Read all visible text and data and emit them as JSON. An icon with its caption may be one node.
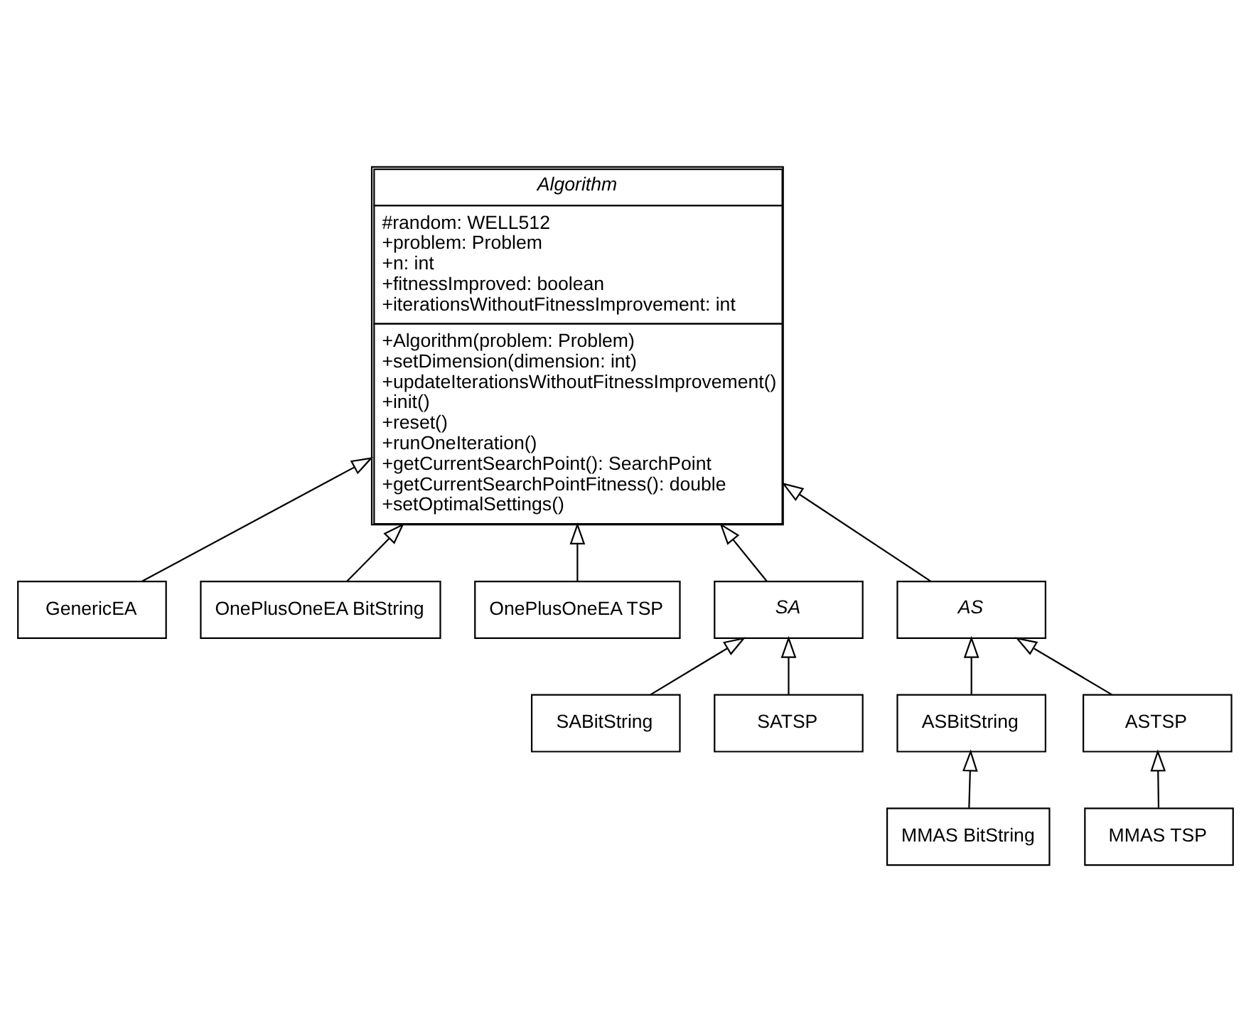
{
  "diagram": {
    "nodes": [
      {
        "text": [
          "Algorithm",
          "#random: WELL512",
          "+problem: Problem",
          "+n: int",
          "+fitnessImproved: boolean",
          "+iterationsWithoutFitnessImprovement: int",
          "+Algorithm(problem: Problem)",
          "+setDimension(dimension: int)",
          "+updateIterationsWithoutFitnessImprovement()",
          "+init()",
          "+reset()",
          "+runOneIteration()",
          "+getCurrentSearchPoint(): SearchPoint",
          "+getCurrentSearchPointFitness(): double",
          "+setOptimalSettings()"
        ]
      },
      {
        "text": [
          "GenericEA"
        ]
      },
      {
        "text": [
          "OnePlusOneEA BitString"
        ]
      },
      {
        "text": [
          "OnePlusOneEA TSP"
        ]
      },
      {
        "text": [
          "SA"
        ]
      },
      {
        "text": [
          "AS"
        ]
      },
      {
        "text": [
          "SABitString"
        ]
      },
      {
        "text": [
          "SATSP"
        ]
      },
      {
        "text": [
          "ASBitString"
        ]
      },
      {
        "text": [
          "ASTSP"
        ]
      },
      {
        "text": [
          "MMAS BitString"
        ]
      },
      {
        "text": [
          "MMAS TSP"
        ]
      }
    ],
    "edges": [
      {
        "from": 1,
        "to": 0,
        "arrow": "to"
      },
      {
        "from": 2,
        "to": 0,
        "arrow": "to"
      },
      {
        "from": 3,
        "to": 0,
        "arrow": "to"
      },
      {
        "from": 4,
        "to": 0,
        "arrow": "to"
      },
      {
        "from": 5,
        "to": 0,
        "arrow": "to"
      },
      {
        "from": 6,
        "to": 4,
        "arrow": "to"
      },
      {
        "from": 7,
        "to": 4,
        "arrow": "to"
      },
      {
        "from": 8,
        "to": 5,
        "arrow": "to"
      },
      {
        "from": 9,
        "to": 5,
        "arrow": "to"
      },
      {
        "from": 10,
        "to": 8,
        "arrow": "to"
      },
      {
        "from": 11,
        "to": 9,
        "arrow": "to"
      }
    ]
  }
}
